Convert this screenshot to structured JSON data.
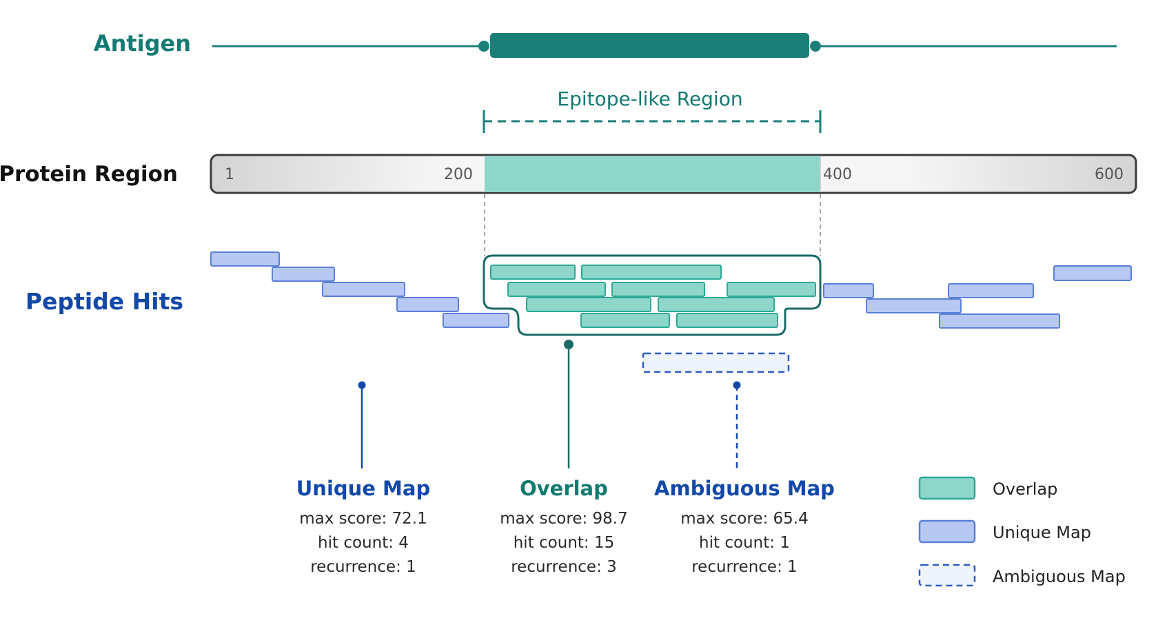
{
  "labels": {
    "antigen": "Antigen",
    "epitope": "Epitope-like Region",
    "protein_region": "Protein Region",
    "peptide_hits": "Peptide Hits"
  },
  "axis": {
    "range": [
      1,
      600
    ],
    "ticks": [
      "1",
      "200",
      "400",
      "600"
    ]
  },
  "epitope_region": {
    "start": 200,
    "end": 400
  },
  "categories": [
    {
      "title": "Unique Map",
      "lines": [
        "max score: 72.1",
        "hit count: 4",
        "recurrence: 1"
      ]
    },
    {
      "title": "Overlap",
      "lines": [
        "max score: 98.7",
        "hit count: 15",
        "recurrence: 3"
      ]
    },
    {
      "title": "Ambiguous Map",
      "lines": [
        "max score: 65.4",
        "hit count: 1",
        "recurrence: 1"
      ]
    }
  ],
  "legend": [
    {
      "label": "Overlap",
      "kind": "overlap"
    },
    {
      "label": "Unique Map",
      "kind": "unique"
    },
    {
      "label": "Ambiguous Map",
      "kind": "ambiguous"
    }
  ],
  "colors": {
    "teal_dark": "#1a7f78",
    "teal_text": "#137a71",
    "teal_fill": "#8dd6c9",
    "teal_stroke": "#2fa896",
    "blue_text": "#1248a8",
    "blue_fill": "#b7c9f2",
    "blue_stroke": "#5c7fd8",
    "ambig_fill": "#eef3fc",
    "ambig_stroke": "#2d5cc4"
  }
}
